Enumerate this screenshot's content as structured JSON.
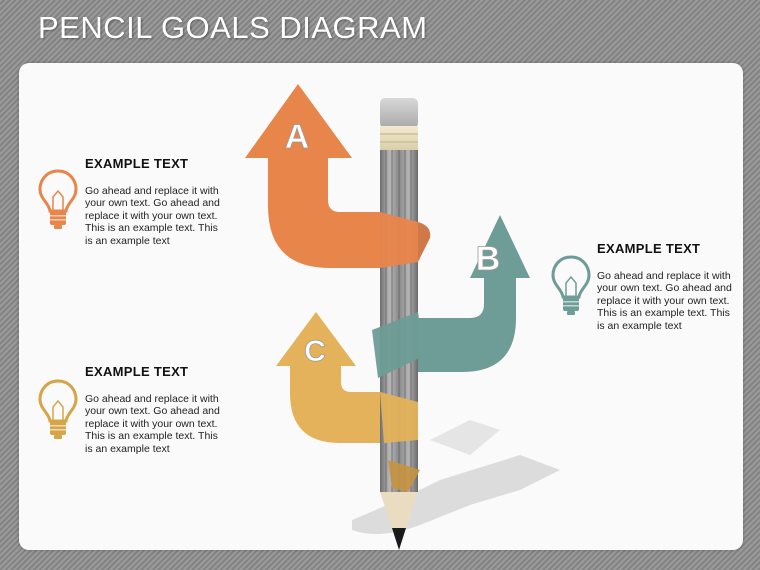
{
  "title": "PENCIL GOALS DIAGRAM",
  "arrows": [
    {
      "letter": "A",
      "color": "#e8854a",
      "shade": "#c96a33"
    },
    {
      "letter": "B",
      "color": "#6e9c97",
      "shade": "#547f7a"
    },
    {
      "letter": "C",
      "color": "#e4b25a",
      "shade": "#c79440"
    }
  ],
  "blocks": [
    {
      "heading": "EXAMPLE TEXT",
      "icon": "lightbulb-icon",
      "color": "#e8854a",
      "lines": [
        "Go ahead and replace it with",
        "your own text. Go ahead and",
        "replace it with your own text.",
        "This is an example text. This",
        "is an example text"
      ]
    },
    {
      "heading": "EXAMPLE TEXT",
      "icon": "lightbulb-icon",
      "color": "#6e9c97",
      "lines": [
        "Go ahead and replace it with",
        "your own text. Go ahead and",
        "replace it with your own text.",
        "This is an example text. This",
        "is an example text"
      ]
    },
    {
      "heading": "EXAMPLE TEXT",
      "icon": "lightbulb-icon",
      "color": "#d6a548",
      "lines": [
        "Go ahead and replace it with",
        "your own text. Go ahead and",
        "replace it with your own text.",
        "This is an example text. This",
        "is an example text"
      ]
    }
  ]
}
